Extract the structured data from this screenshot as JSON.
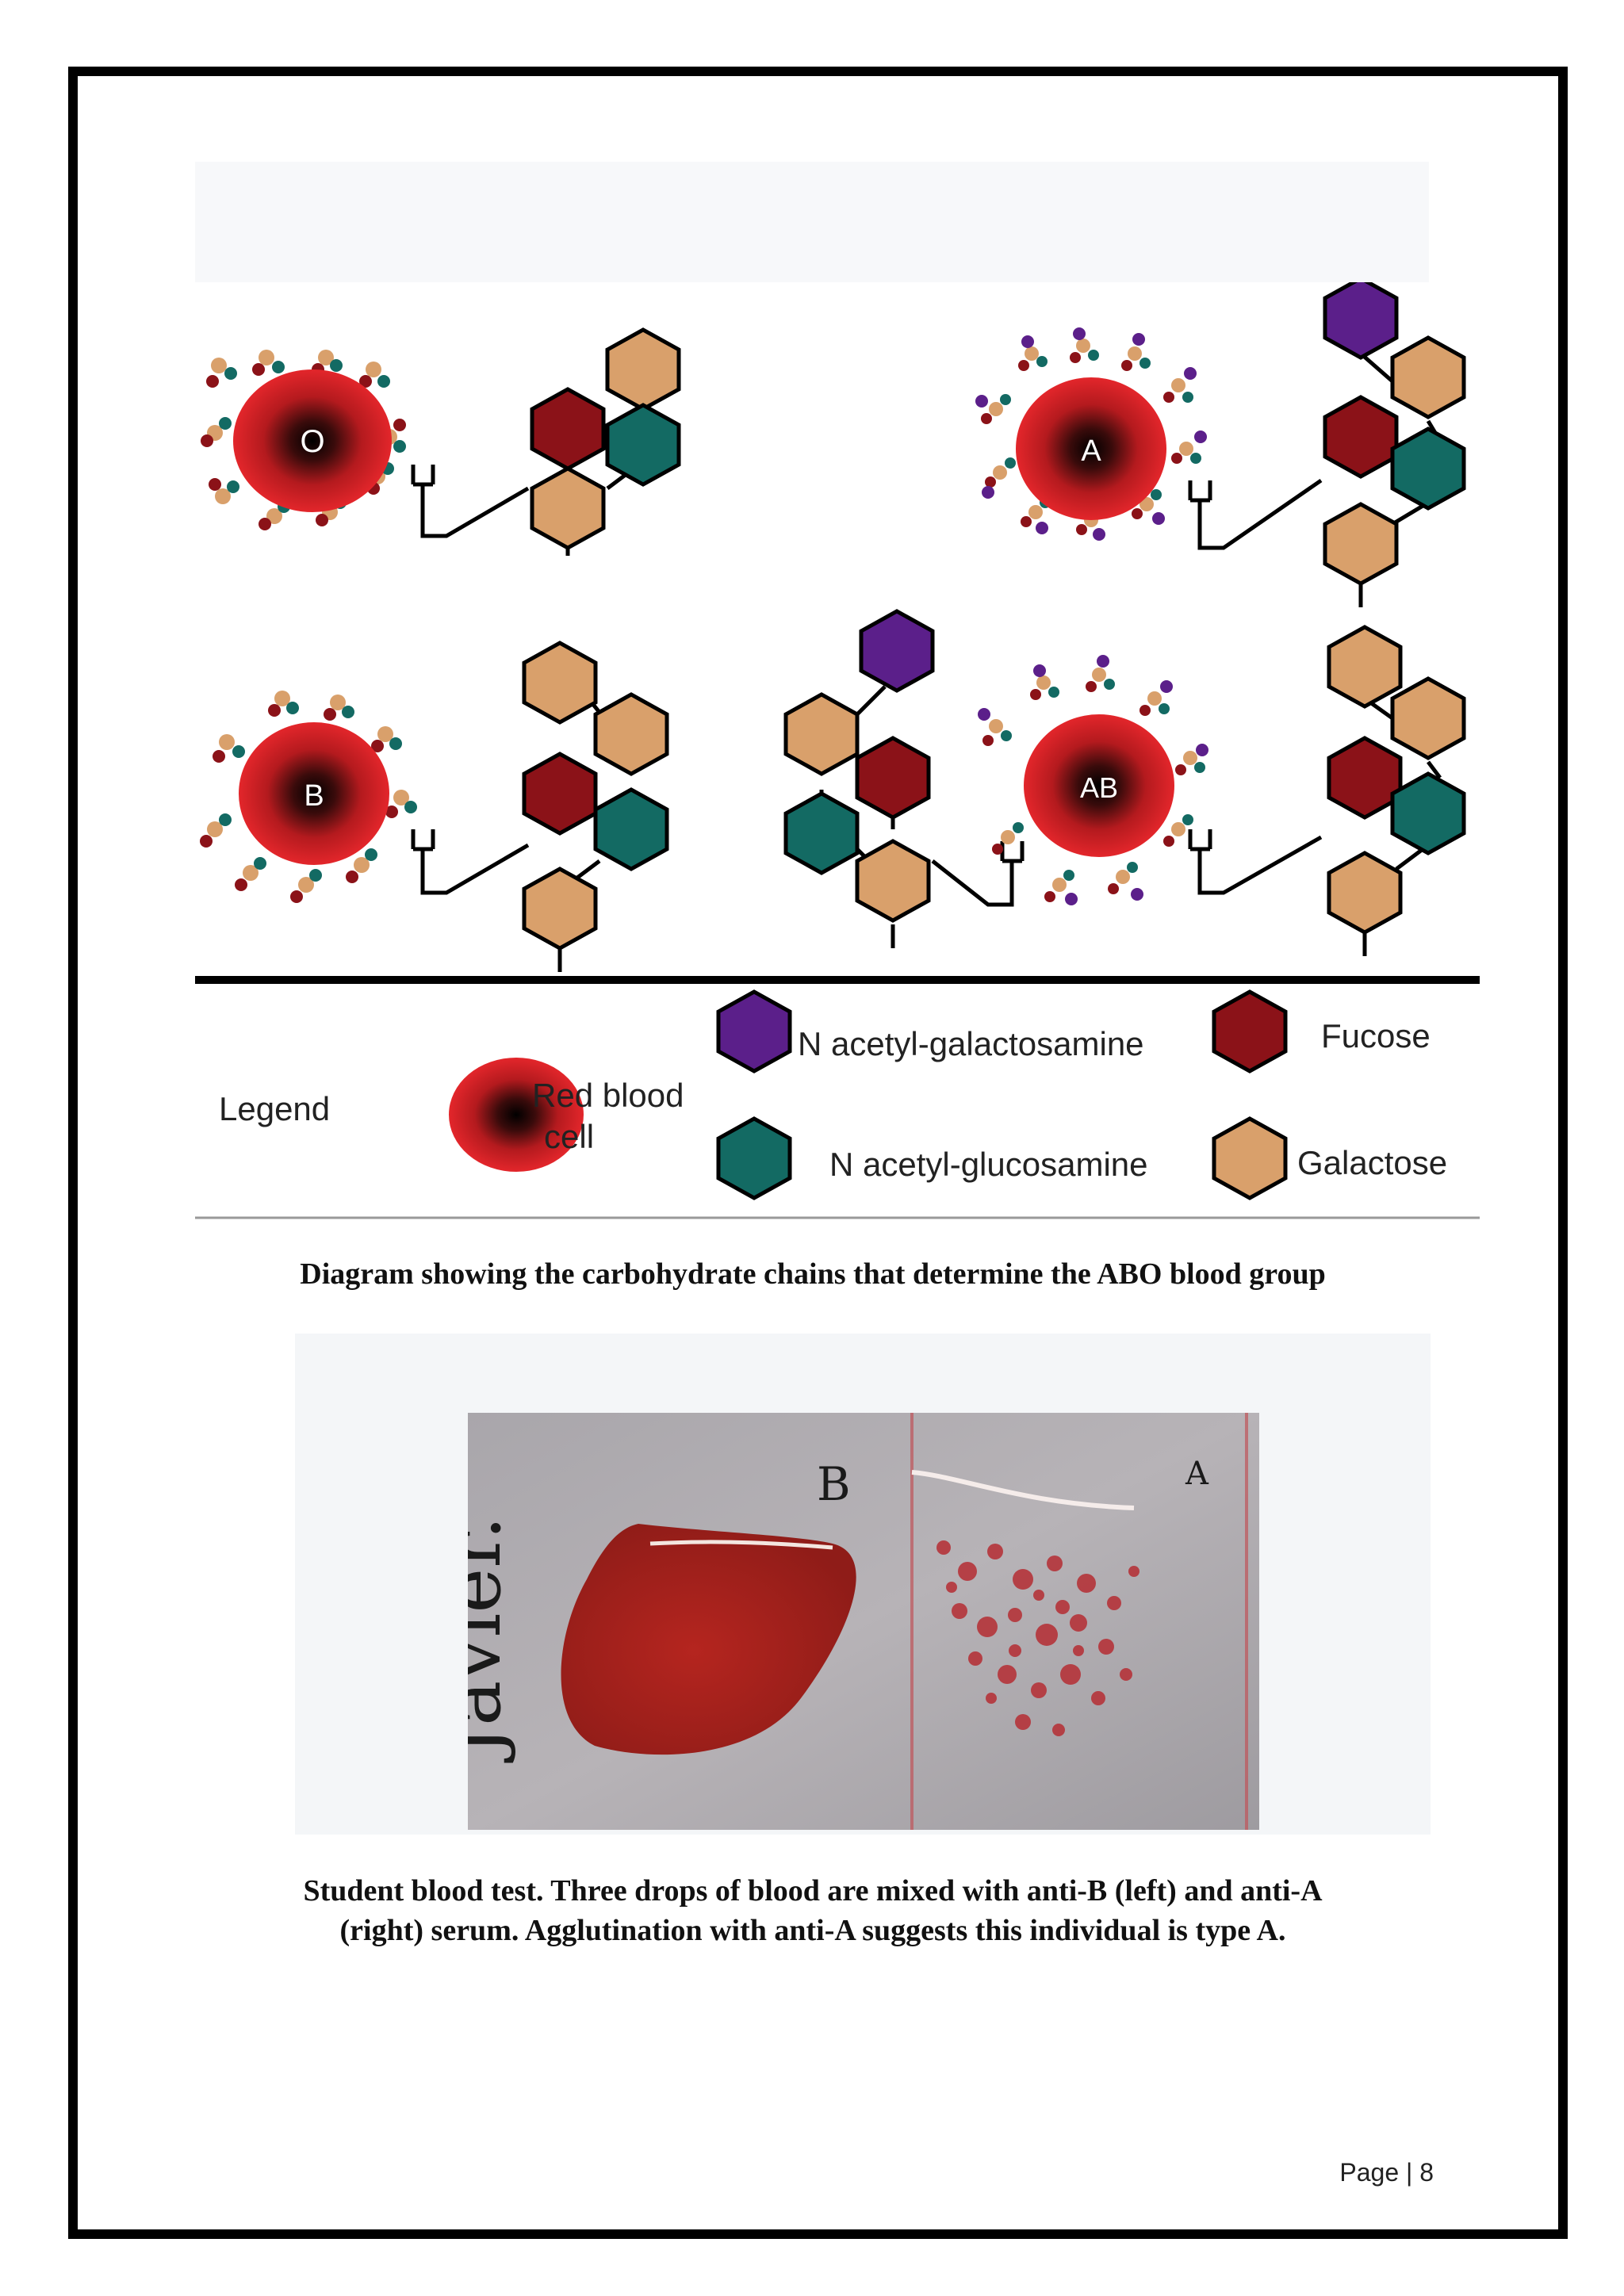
{
  "diagram": {
    "cells": [
      {
        "label": "O"
      },
      {
        "label": "A"
      },
      {
        "label": "B"
      },
      {
        "label": "AB"
      }
    ],
    "legend": {
      "title": "Legend",
      "rbc_label_line1": "Red blood",
      "rbc_label_line2": "cell",
      "nagal_label": "N acetyl-galactosamine",
      "fucose_label": "Fucose",
      "naglu_label": "N acetyl-glucosamine",
      "galactose_label": "Galactose"
    },
    "colors": {
      "rbc": "#e3262b",
      "nagal": "#5b1f8a",
      "fucose": "#8b1218",
      "naglu": "#136a63",
      "galactose": "#d9a06b"
    },
    "caption": "Diagram showing the carbohydrate chains that determine the ABO blood group"
  },
  "photo": {
    "handwriting_name": "Javier.",
    "label_left": "B",
    "label_right": "A",
    "caption_line1": "Student blood test. Three drops of blood are mixed with anti-B (left) and anti-A",
    "caption_line2": "(right) serum. Agglutination with anti-A suggests this individual is type A."
  },
  "footer": {
    "page_label": "Page | 8"
  }
}
